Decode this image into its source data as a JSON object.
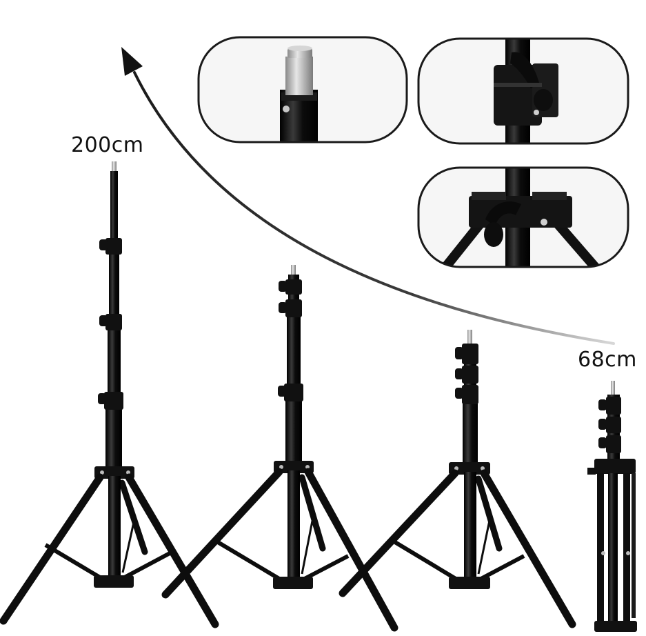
{
  "labels": {
    "max_height": "200cm",
    "min_height": "68cm"
  },
  "colors": {
    "background": "#ffffff",
    "stand": "#111111",
    "tube_highlight": "#4a4a4a",
    "spigot": "#b9b9b9",
    "inset_background": "#f6f6f6",
    "inset_border": "#1a1a1a",
    "arrow": "#222222"
  },
  "icons": {
    "arrow": "curved-height-arrow",
    "inset_1": "spigot-detail",
    "inset_2": "locking-knob-detail",
    "inset_3": "leg-bracket-detail"
  }
}
